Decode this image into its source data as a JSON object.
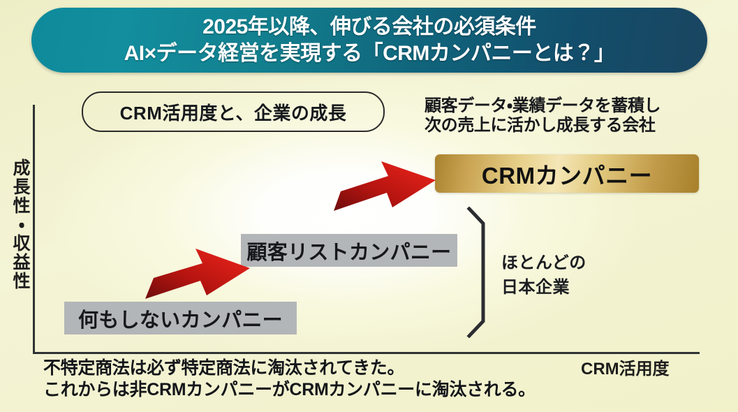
{
  "banner": {
    "line1": "2025年以降、伸びる会社の必須条件",
    "line2": "AI×データ経営を実現する「CRMカンパニーとは？」",
    "gradient_from": "#0e8a9c",
    "gradient_to": "#1a4560"
  },
  "chart": {
    "y_axis_label": "成長性・収益性",
    "x_axis_label": "CRM活用度",
    "caption_pill": "CRM活用度と、企業の成長",
    "axis_color": "#2f3333"
  },
  "levels": [
    {
      "id": "no-action",
      "label": "何もしないカンパニー",
      "style": "gray",
      "color": "#b3b6b8"
    },
    {
      "id": "customer-list",
      "label": "顧客リストカンパニー",
      "style": "gray",
      "color": "#b3b6b8"
    },
    {
      "id": "crm-company",
      "label": "CRMカンパニー",
      "style": "gold",
      "color": "#d4b467"
    }
  ],
  "annotations": {
    "crm_description_line1": "顧客データ・業績データを蓄積し",
    "crm_description_line2": "次の売上に活かし成長する会社",
    "bracket_label_line1": "ほとんどの",
    "bracket_label_line2": "日本企業"
  },
  "footnote": {
    "line1": "不特定商法は必ず特定商法に淘汰されてきた。",
    "line2": "これからは非CRMカンパニーがCRMカンパニーに淘汰される。"
  },
  "arrows": [
    {
      "id": "arrow-lower",
      "color_dark": "#7d1010",
      "color_bright": "#e8201a"
    },
    {
      "id": "arrow-upper",
      "color_dark": "#7d1010",
      "color_bright": "#e8201a"
    }
  ]
}
